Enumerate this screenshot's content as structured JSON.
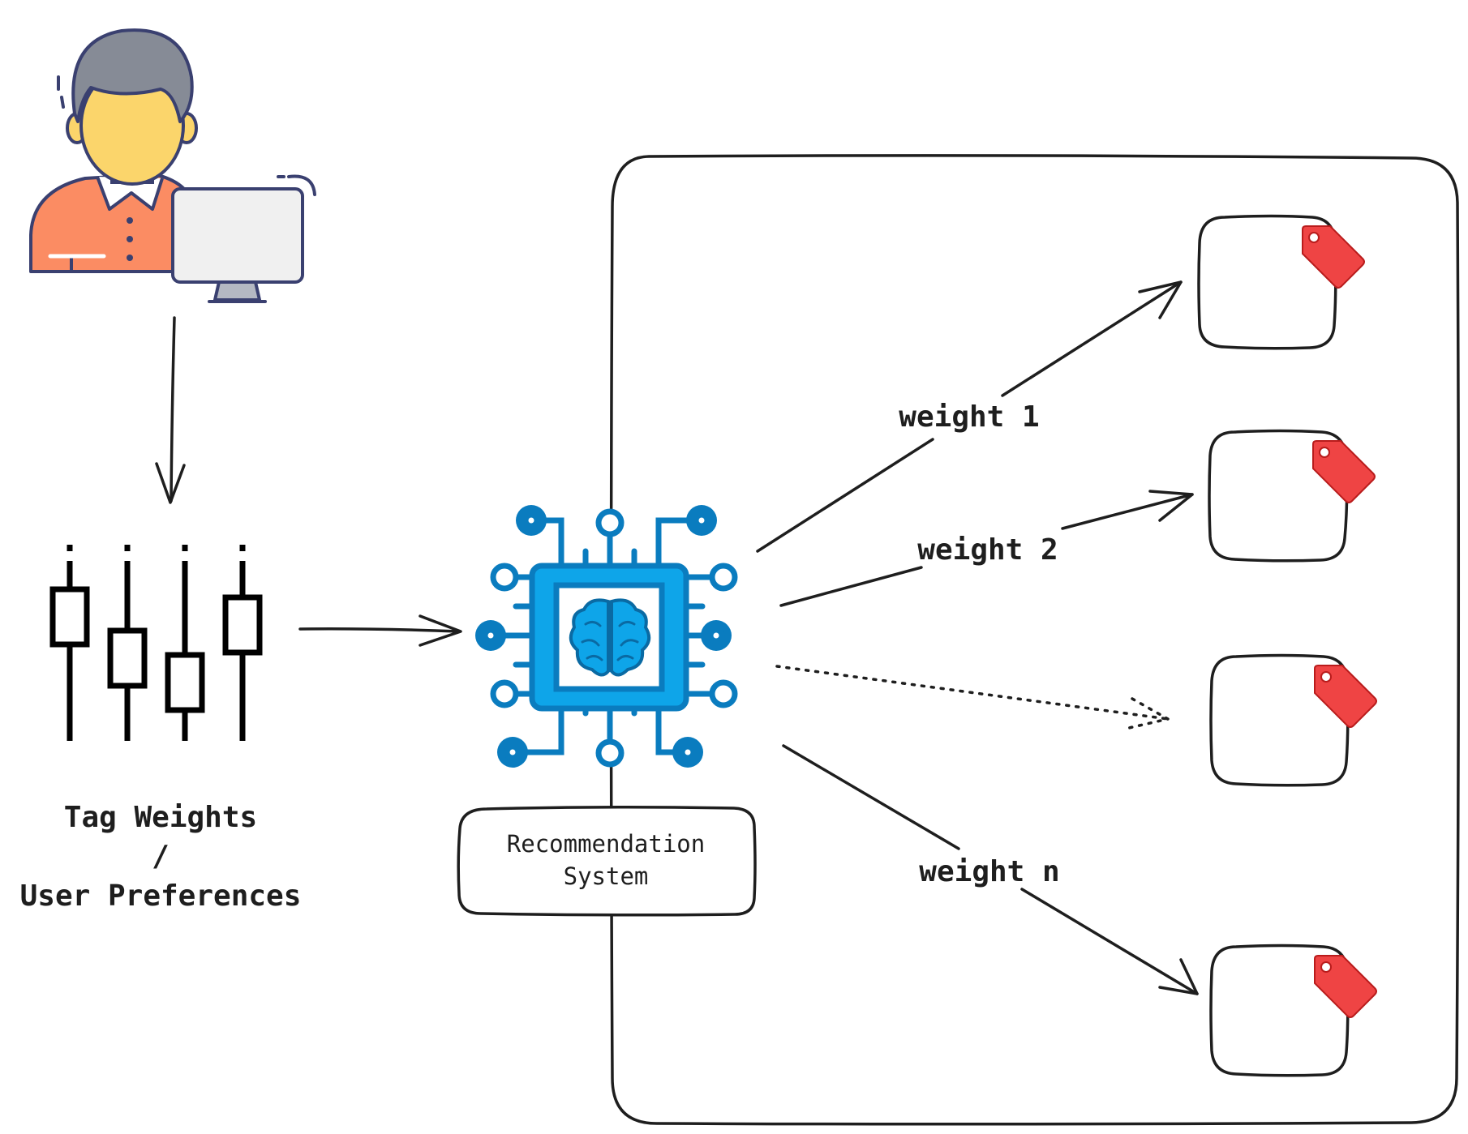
{
  "input_label": {
    "line1": "Tag Weights",
    "line2": "/",
    "line3": "User Preferences"
  },
  "system_box": {
    "line1": "Recommendation",
    "line2": "System"
  },
  "edges": [
    {
      "label": "weight 1",
      "style": "solid"
    },
    {
      "label": "weight 2",
      "style": "solid"
    },
    {
      "label": "",
      "style": "dotted"
    },
    {
      "label": "weight n",
      "style": "solid"
    }
  ],
  "icons": {
    "user": "user-at-computer-icon",
    "sliders": "sliders-icon",
    "ai": "ai-chip-brain-icon",
    "item": "price-tag-icon"
  },
  "colors": {
    "user_face": "#fbd56b",
    "user_hair": "#868b96",
    "user_shirt": "#fb8c63",
    "outline": "#3a4070",
    "chip_blue": "#0ea5e9",
    "chip_dark": "#0a7cbf",
    "tag_red": "#ef4444",
    "ink": "#1e1e1e"
  }
}
